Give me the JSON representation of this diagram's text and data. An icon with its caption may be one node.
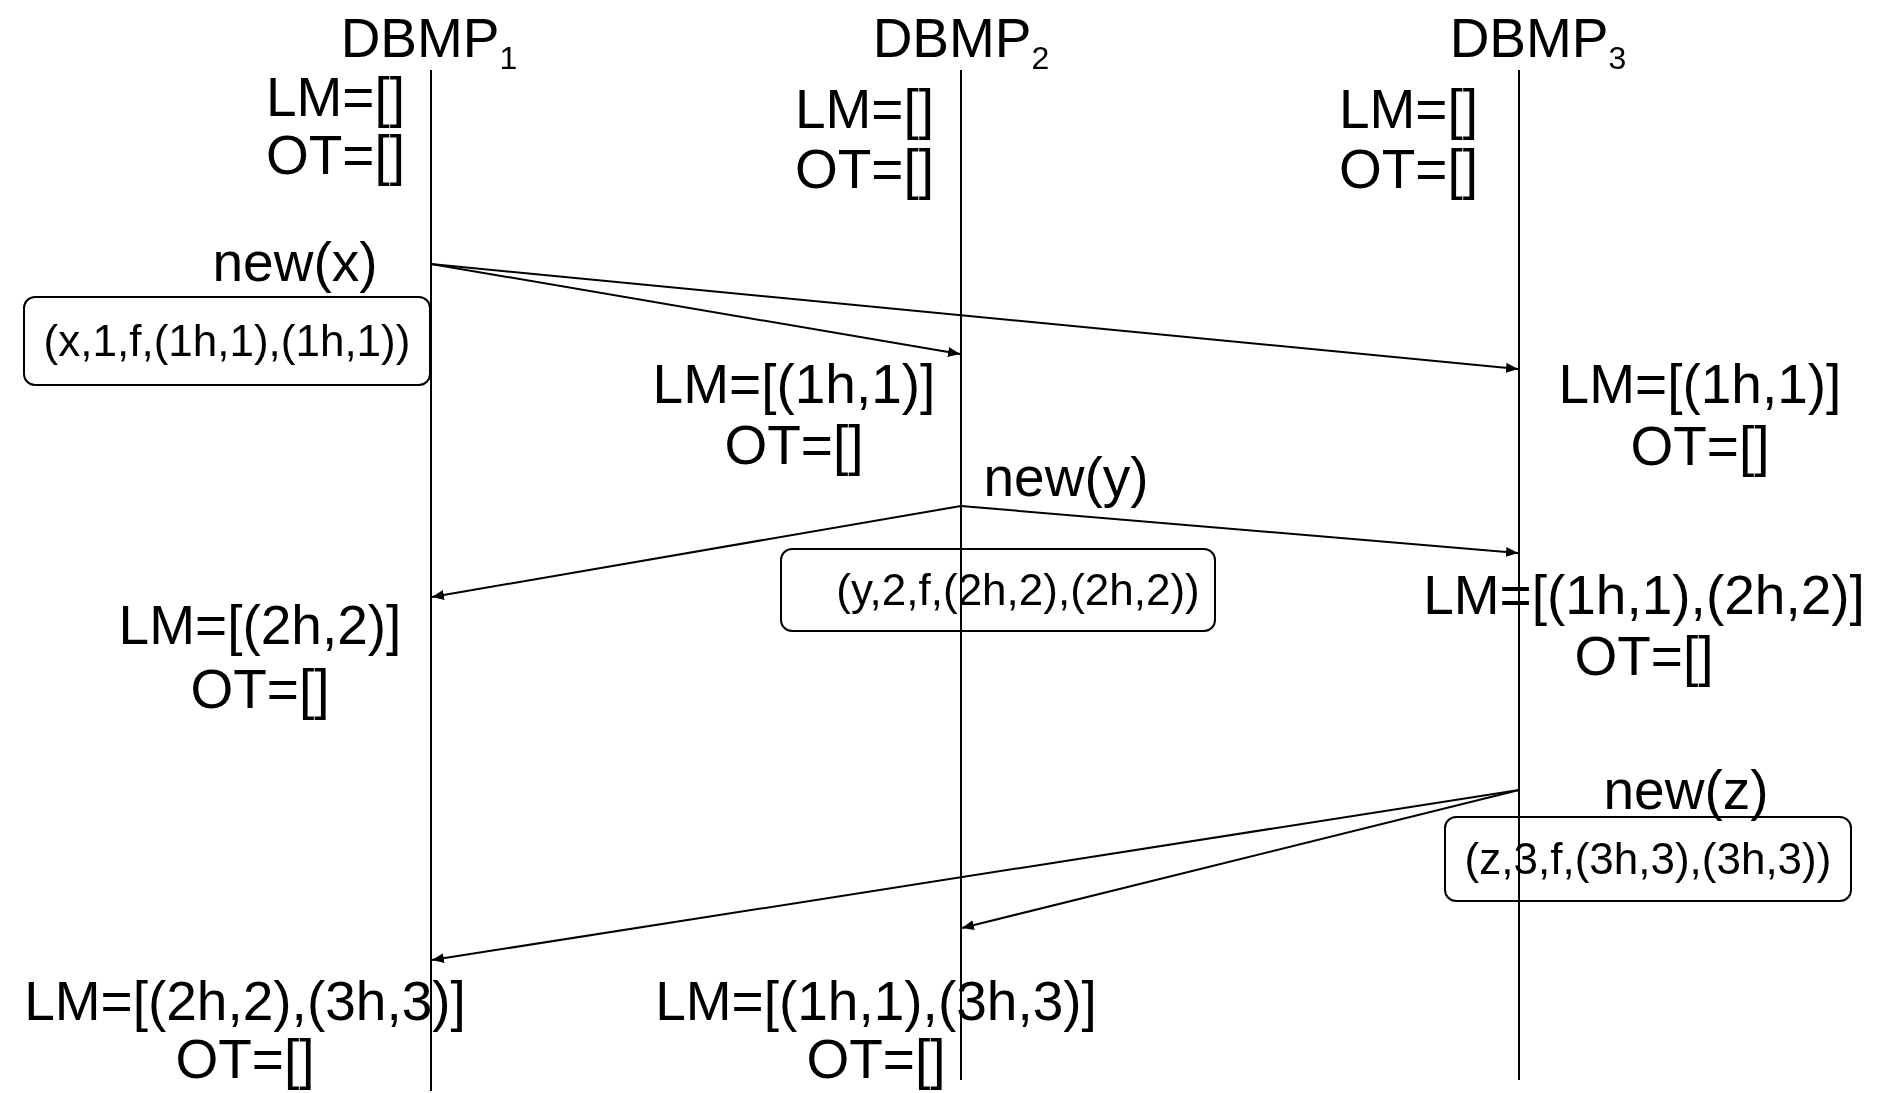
{
  "diagram": {
    "nodes": [
      {
        "text": [],
        "shape": "line",
        "beside": [
          "DBMP$_{1}$"
        ]
      },
      {
        "text": [],
        "shape": "line",
        "beside": [
          "DBMP$_{2}$"
        ]
      },
      {
        "text": [],
        "shape": "line",
        "beside": [
          "DBMP$_{3}$"
        ]
      },
      {
        "text": [
          "(x,1,f,(1h,1),(1h,1))"
        ]
      },
      {
        "text": [
          "(y,2,f,(2h,2),(2h,2))"
        ]
      },
      {
        "text": [
          "(z,3,f,(3h,3),(3h,3))"
        ]
      }
    ],
    "edges": [
      {
        "from": 0,
        "to": 1,
        "arrow": "to"
      },
      {
        "from": 0,
        "to": 2,
        "arrow": "to"
      },
      {
        "from": 1,
        "to": 0,
        "arrow": "to"
      },
      {
        "from": 1,
        "to": 2,
        "arrow": "to"
      },
      {
        "from": 2,
        "to": 0,
        "arrow": "to"
      },
      {
        "from": 2,
        "to": 1,
        "arrow": "to"
      }
    ],
    "labels": [
      "LM=[]",
      "OT=[]",
      "LM=[]",
      "OT=[]",
      "LM=[]",
      "OT=[]",
      "new(x)",
      "LM=[(1h,1)]",
      "OT=[]",
      "LM=[(1h,1)]",
      "OT=[]",
      "new(y)",
      "LM=[(2h,2)]",
      "OT=[]",
      "LM=[(1h,1),(2h,2)]",
      "OT=[]",
      "new(z)",
      "LM=[(2h,2),(3h,3)]",
      "OT=[]",
      "LM=[(1h,1),(3h,3)]",
      "OT=[]"
    ]
  }
}
